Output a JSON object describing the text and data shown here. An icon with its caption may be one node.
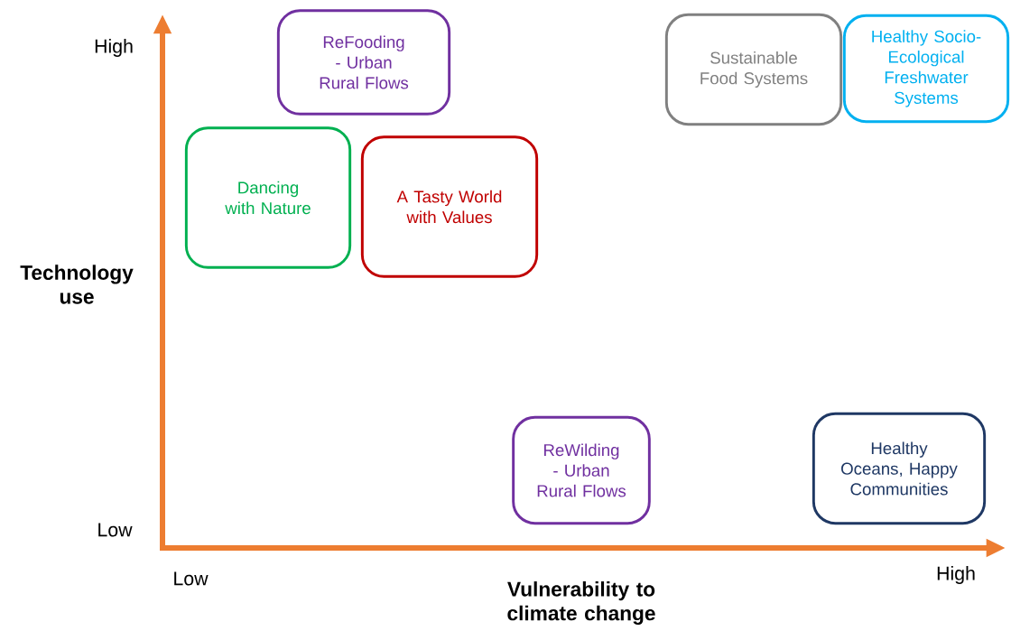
{
  "diagram": {
    "nodes": [
      {
        "text": [
          "ReFooding - Urban Rural Flows"
        ]
      },
      {
        "text": [
          "Sustainable Food Systems"
        ]
      },
      {
        "text": [
          "Healthy Socio-Ecological Freshwater Systems"
        ]
      },
      {
        "text": [
          "Dancing with Nature"
        ]
      },
      {
        "text": [
          "A Tasty World with Values"
        ]
      },
      {
        "text": [
          "ReWilding - Urban Rural Flows"
        ]
      },
      {
        "text": [
          "Healthy Oceans, Happy Communities"
        ]
      }
    ],
    "edges": [],
    "labels": [
      "High",
      "Technology use",
      "Low",
      "Low",
      "High",
      "Vulnerability to climate change"
    ]
  }
}
